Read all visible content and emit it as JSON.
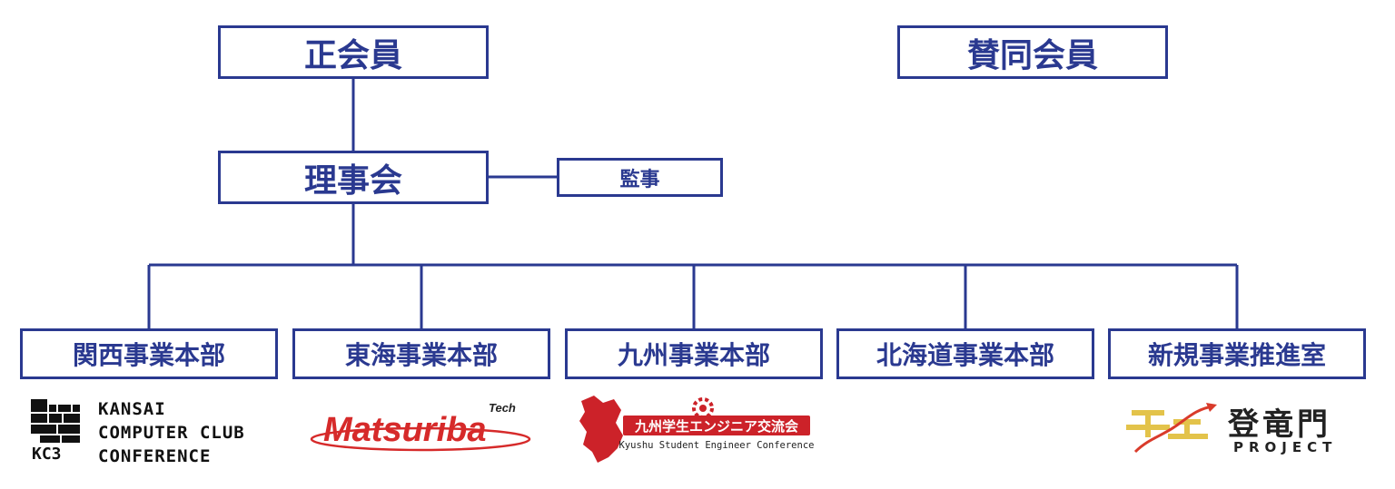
{
  "colors": {
    "primary": "#2a3990",
    "matsuriba_red": "#d62a2a",
    "kyushu_red": "#cc2229",
    "toryu_gold": "#e3c34a",
    "toryu_red": "#d93b2b"
  },
  "top": {
    "regular": "正会員",
    "supporting": "賛同会員"
  },
  "board": {
    "label": "理事会",
    "auditor": "監事"
  },
  "divisions": [
    "関西事業本部",
    "東海事業本部",
    "九州事業本部",
    "北海道事業本部",
    "新規事業推進室"
  ],
  "logos": {
    "kc3": {
      "mark_text": "KC3",
      "line1": "KANSAI",
      "line2": "COMPUTER CLUB",
      "line3": "CONFERENCE"
    },
    "matsuriba": {
      "name": "Matsuriba",
      "tag": "Tech"
    },
    "kyushu": {
      "title": "九州学生エンジニア交流会",
      "sub": "Kyushu Student Engineer Conference"
    },
    "toryumon": {
      "title": "登竜門",
      "sub": "PROJECT"
    }
  }
}
